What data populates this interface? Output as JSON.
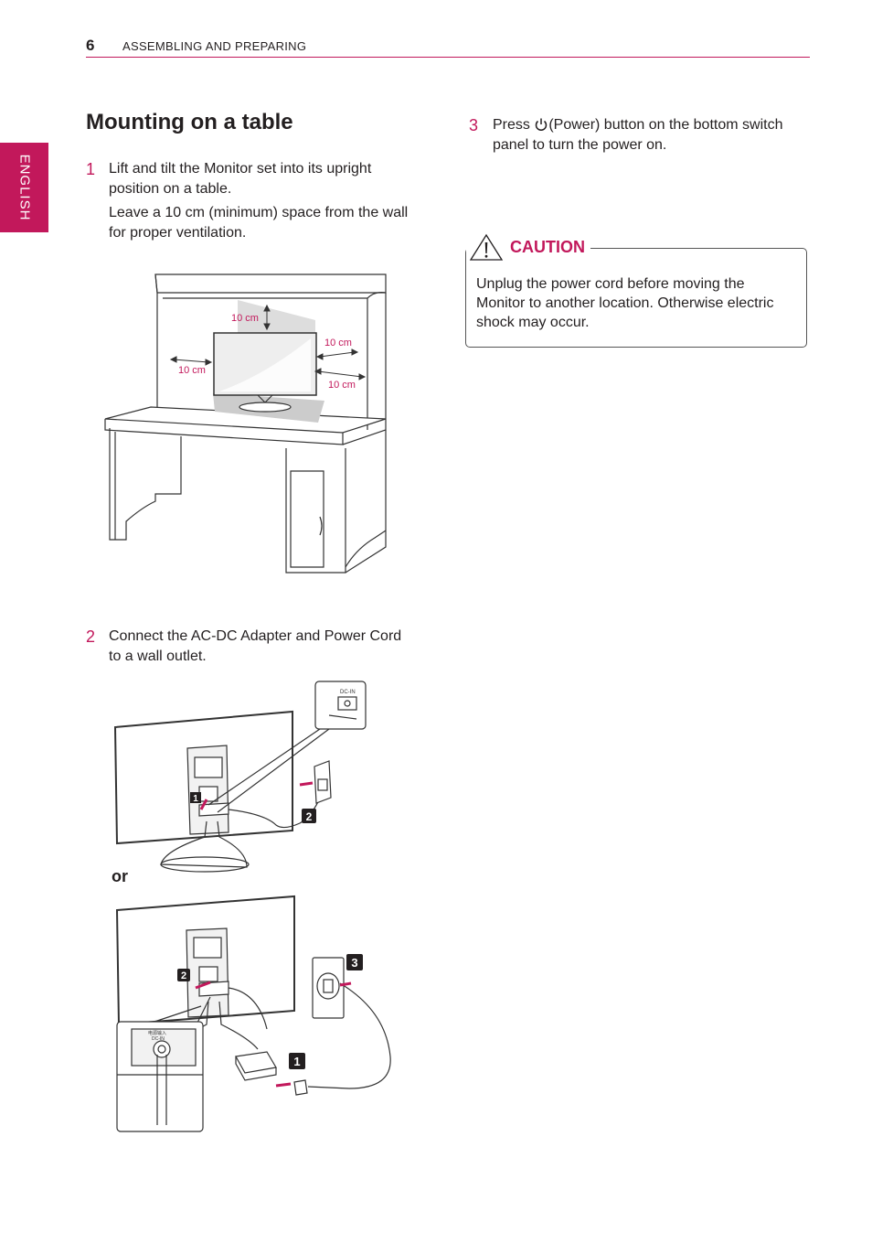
{
  "header": {
    "page_number": "6",
    "section": "ASSEMBLING AND PREPARING"
  },
  "language_tab": "ENGLISH",
  "title": "Mounting on a table",
  "steps": [
    {
      "number": "1",
      "lines": [
        "Lift and tilt the Monitor set into its upright",
        "position on a table."
      ],
      "note_lines": [
        "Leave a 10 cm (minimum) space from the wall",
        "for proper ventilation."
      ]
    },
    {
      "number": "2",
      "lines": [
        "Connect the AC-DC Adapter and Power Cord",
        "to a wall outlet."
      ]
    },
    {
      "number": "3",
      "line1_before": "Press ",
      "line1_after": "(Power) button on the bottom switch",
      "line2": "panel to turn the power on."
    }
  ],
  "caution": {
    "label": "CAUTION",
    "lines": [
      "Unplug the power cord before moving the",
      "Monitor to another location. Otherwise electric",
      "shock may occur."
    ]
  },
  "figure1": {
    "clearance_label": "10 cm"
  },
  "figure2": {
    "port_label": "DC-IN",
    "callout_1": "1",
    "callout_2": "2"
  },
  "or_label": "or",
  "figure3": {
    "port_label_cn": "电源输入",
    "port_label": "DC-IN",
    "callout_1": "1",
    "callout_2": "2",
    "callout_3": "3"
  },
  "colors": {
    "accent": "#c2185b",
    "text": "#231f20",
    "line": "#333333"
  }
}
